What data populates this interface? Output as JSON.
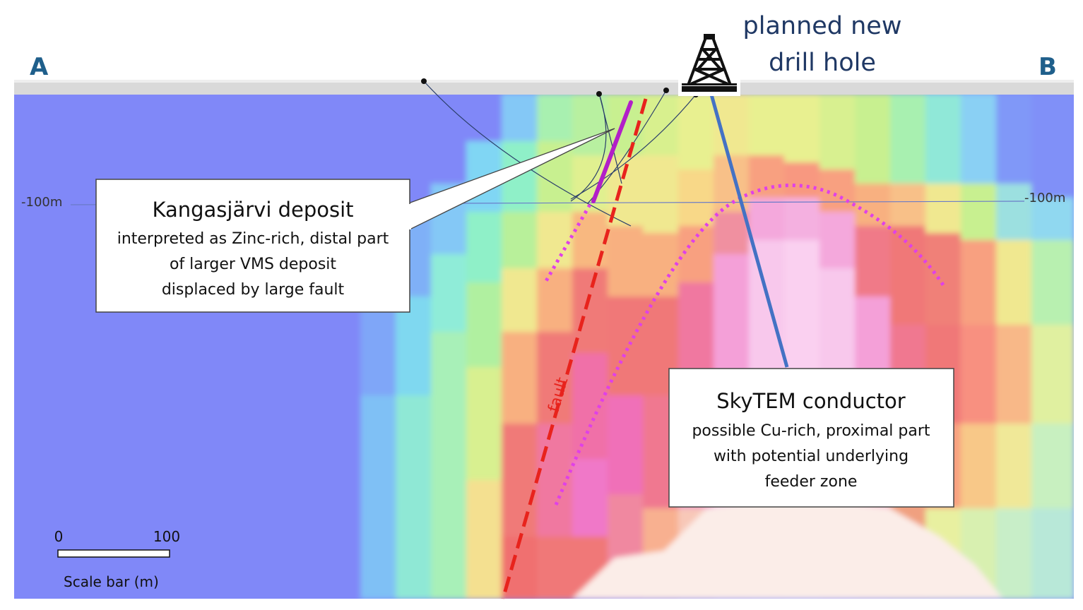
{
  "section": {
    "left_end": "A",
    "right_end": "B",
    "depth_label_left": "-100m",
    "depth_label_right": "-100m"
  },
  "drill": {
    "label_line1": "planned new",
    "label_line2": "drill hole",
    "label_color": "#1F3864",
    "hole_color": "#4472C4"
  },
  "fault": {
    "label": "fault",
    "color": "#E8231C"
  },
  "deposit_callout": {
    "title": "Kangasjärvi deposit",
    "lines": [
      "interpreted as Zinc-rich, distal part",
      "of larger VMS deposit",
      "displaced by large fault"
    ]
  },
  "conductor_callout": {
    "title": "SkyTEM conductor",
    "lines": [
      "possible Cu-rich, proximal part",
      "with potential underlying",
      "feeder zone"
    ]
  },
  "scale_bar": {
    "tick_start": "0",
    "tick_end": "100",
    "caption": "Scale bar (m)"
  },
  "colors": {
    "end_letters": "#1F5F8B",
    "deposit_body": "#B21FC8",
    "dotted_outline": "#E040E8"
  }
}
